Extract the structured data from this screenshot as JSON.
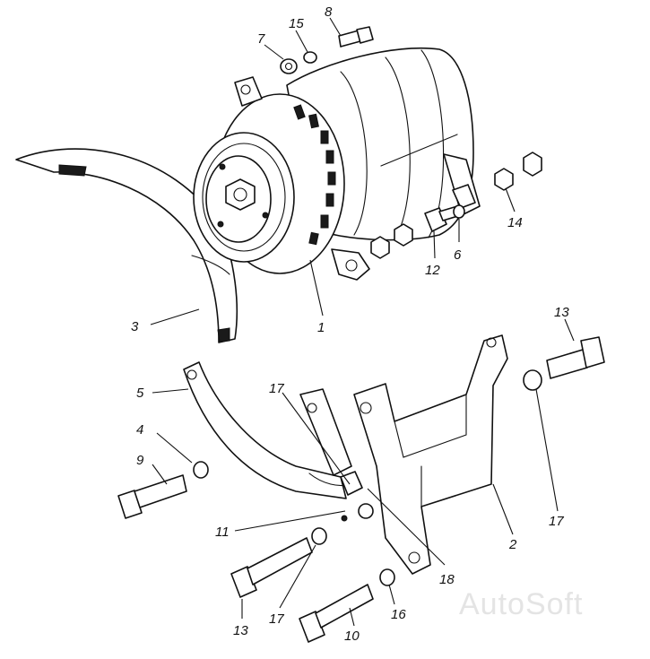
{
  "labels": {
    "l1": "1",
    "l2": "2",
    "l3": "3",
    "l4": "4",
    "l5": "5",
    "l6": "6",
    "l7": "7",
    "l8": "8",
    "l9": "9",
    "l10": "10",
    "l11": "11",
    "l12": "12",
    "l13a": "13",
    "l13b": "13",
    "l14": "14",
    "l15": "15",
    "l16": "16",
    "l17a": "17",
    "l17b": "17",
    "l17c": "17",
    "l18": "18"
  },
  "watermark": "AutoSoft",
  "colors": {
    "ink": "#111111",
    "paper": "#ffffff",
    "watermark": "#e4e4e4"
  }
}
